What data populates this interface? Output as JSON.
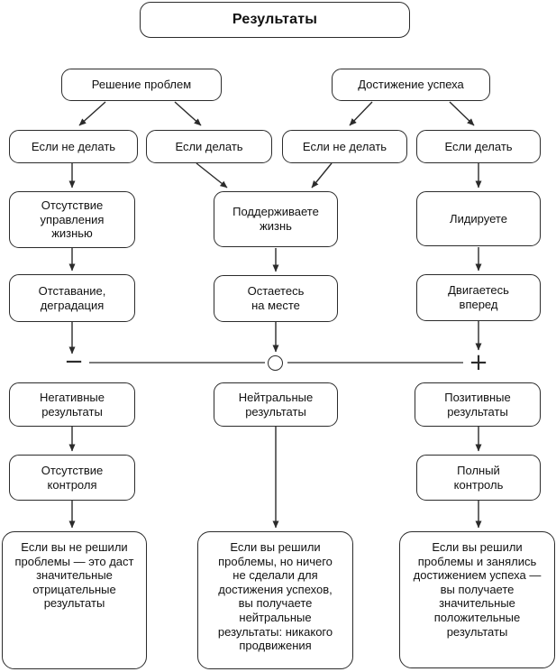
{
  "diagram": {
    "nodes": {
      "title": "Результаты",
      "solve_problems": "Решение проблем",
      "achieve_success": "Достижение успеха",
      "solve_if_not": "Если не делать",
      "solve_if_do": "Если делать",
      "success_if_not": "Если не делать",
      "success_if_do": "Если делать",
      "no_life_management": "Отсутствие\nуправления\nжизнью",
      "maintain_life": "Поддерживаете\nжизнь",
      "leading": "Лидируете",
      "lagging": "Отставание,\nдеградация",
      "staying_in_place": "Остаетесь\nна месте",
      "moving_forward": "Двигаетесь\nвперед",
      "negative_results": "Негативные\nрезультаты",
      "neutral_results": "Нейтральные\nрезультаты",
      "positive_results": "Позитивные\nрезультаты",
      "no_control": "Отсутствие\nконтроля",
      "full_control": "Полный\nконтроль",
      "outcome_negative": "Если вы не решили\nпроблемы — это даст\nзначительные\nотрицательные\nрезультаты",
      "outcome_neutral": "Если вы решили\nпроблемы, но ничего\nне сделали для\nдостижения успехов,\nвы получаете\nнейтральные\nрезультаты: никакого\nпродвижения",
      "outcome_positive": "Если вы решили\nпроблемы и занялись\nдостижением успеха —\nвы получаете\nзначительные\nположительные\nрезультаты"
    },
    "axis": {
      "minus": "−",
      "plus": "+"
    },
    "colors": {
      "stroke": "#2b2b2b",
      "text": "#111111",
      "background": "#ffffff"
    }
  }
}
